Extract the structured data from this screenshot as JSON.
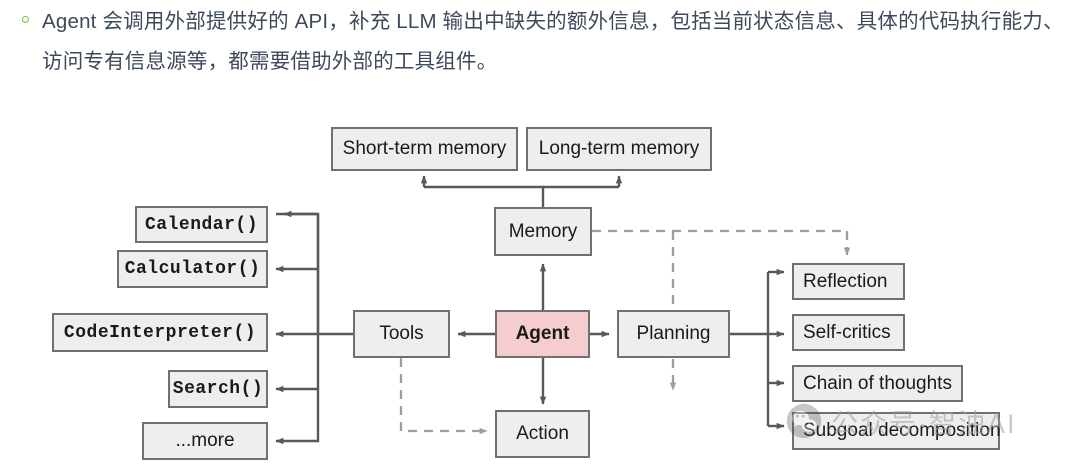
{
  "bullet": {
    "marker": "hollow-green-circle",
    "text": "Agent 会调用外部提供好的 API，补充 LLM 输出中缺失的额外信息，包括当前状态信息、具体的代码执行能力、访问专有信息源等，都需要借助外部的工具组件。",
    "text_color": "#3d4a5c",
    "marker_color": "#7ac143"
  },
  "diagram": {
    "center": {
      "agent": "Agent",
      "memory": "Memory",
      "tools": "Tools",
      "planning": "Planning",
      "action": "Action"
    },
    "memory_children": [
      "Short-term memory",
      "Long-term memory"
    ],
    "tool_children": [
      "Calendar()",
      "Calculator()",
      "CodeInterpreter()",
      "Search()",
      "...more"
    ],
    "planning_children": [
      "Reflection",
      "Self-critics",
      "Chain of thoughts",
      "Subgoal decomposition"
    ],
    "colors": {
      "node_fill": "#eeeeee",
      "node_border": "#707070",
      "agent_fill": "#f5ccd0",
      "solid_edge": "#595959",
      "dashed_edge": "#9e9e9e"
    }
  },
  "watermark": {
    "icon": "wechat-icon",
    "text": "公众号·智油AI"
  }
}
